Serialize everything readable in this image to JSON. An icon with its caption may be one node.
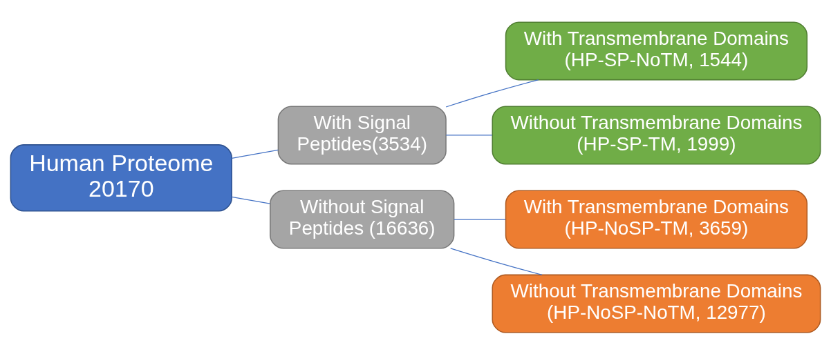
{
  "diagram": {
    "nodes": [
      {
        "text": [
          "Human Proteome 20170"
        ]
      },
      {
        "text": [
          "With Signal Peptides(3534)"
        ]
      },
      {
        "text": [
          "Without Signal Peptides (16636)"
        ]
      },
      {
        "text": [
          "With Transmembrane Domains (HP-SP-NoTM, 1544)"
        ]
      },
      {
        "text": [
          "Without Transmembrane Domains (HP-SP-TM, 1999)"
        ]
      },
      {
        "text": [
          "With Transmembrane Domains (HP-NoSP-TM, 3659)"
        ]
      },
      {
        "text": [
          "Without Transmembrane Domains (HP-NoSP-NoTM, 12977)"
        ]
      }
    ],
    "edges": [
      {
        "from": 0,
        "to": 1,
        "arrow": "none"
      },
      {
        "from": 0,
        "to": 2,
        "arrow": "none"
      },
      {
        "from": 1,
        "to": 3,
        "arrow": "none"
      },
      {
        "from": 1,
        "to": 4,
        "arrow": "none"
      },
      {
        "from": 2,
        "to": 5,
        "arrow": "none"
      },
      {
        "from": 2,
        "to": 6,
        "arrow": "none"
      }
    ]
  }
}
